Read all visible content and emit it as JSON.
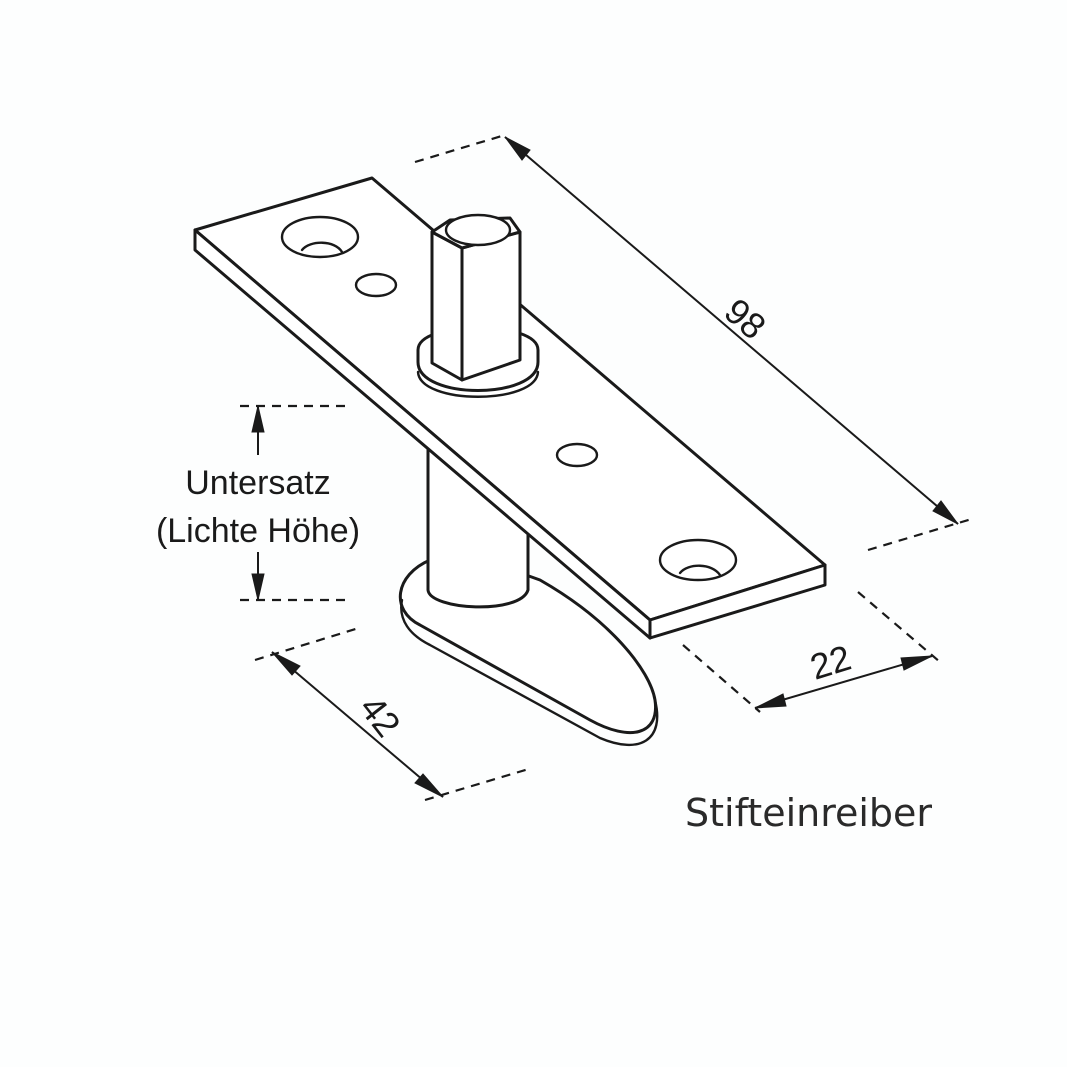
{
  "diagram": {
    "title": "Stifteinreiber",
    "labels": {
      "height_label_line1": "Untersatz",
      "height_label_line2": "(Lichte Höhe)"
    },
    "dimensions": {
      "length": "98",
      "plate_width": "22",
      "foot_length": "42"
    },
    "parts": [
      "mounting-plate",
      "square-pin",
      "pin-collar",
      "countersunk-hole-top",
      "countersunk-hole-bottom",
      "small-hole-top",
      "small-hole-middle",
      "round-post",
      "oval-foot-plate"
    ],
    "colors": {
      "line": "#1a1a1a",
      "background": "#fdfefe"
    }
  }
}
